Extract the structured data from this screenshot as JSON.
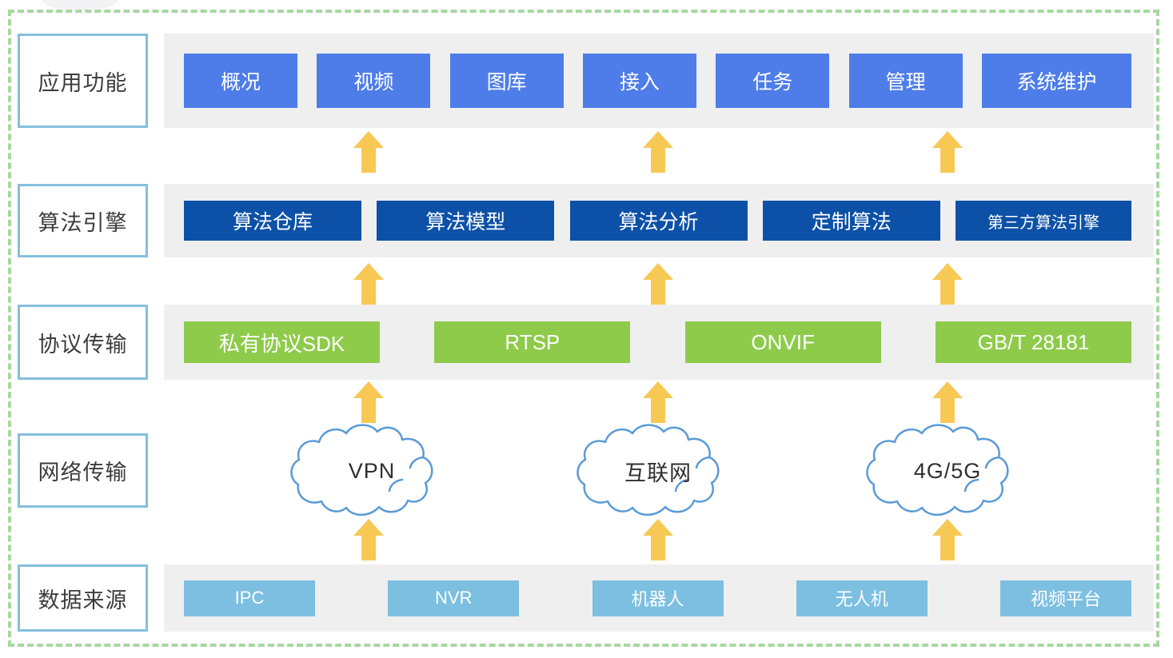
{
  "layers": {
    "app": {
      "label": "应用功能",
      "items": [
        "概况",
        "视频",
        "图库",
        "接入",
        "任务",
        "管理",
        "系统维护"
      ]
    },
    "engine": {
      "label": "算法引擎",
      "items": [
        "算法仓库",
        "算法模型",
        "算法分析",
        "定制算法",
        "第三方算法引擎"
      ]
    },
    "protocol": {
      "label": "协议传输",
      "items": [
        "私有协议SDK",
        "RTSP",
        "ONVIF",
        "GB/T 28181"
      ]
    },
    "network": {
      "label": "网络传输",
      "items": [
        "VPN",
        "互联网",
        "4G/5G"
      ]
    },
    "source": {
      "label": "数据来源",
      "items": [
        "IPC",
        "NVR",
        "机器人",
        "无人机",
        "视频平台"
      ]
    }
  },
  "colors": {
    "app_button": "#4e7de9",
    "engine_button": "#0c51a7",
    "protocol_button": "#8ecb4b",
    "source_button": "#7cbfe0",
    "arrow": "#f8c855",
    "panel_background": "#efefef",
    "label_border": "#85bfdf",
    "outer_dashed_border": "#a7d7a1",
    "cloud_outline": "#5b9bd5"
  }
}
